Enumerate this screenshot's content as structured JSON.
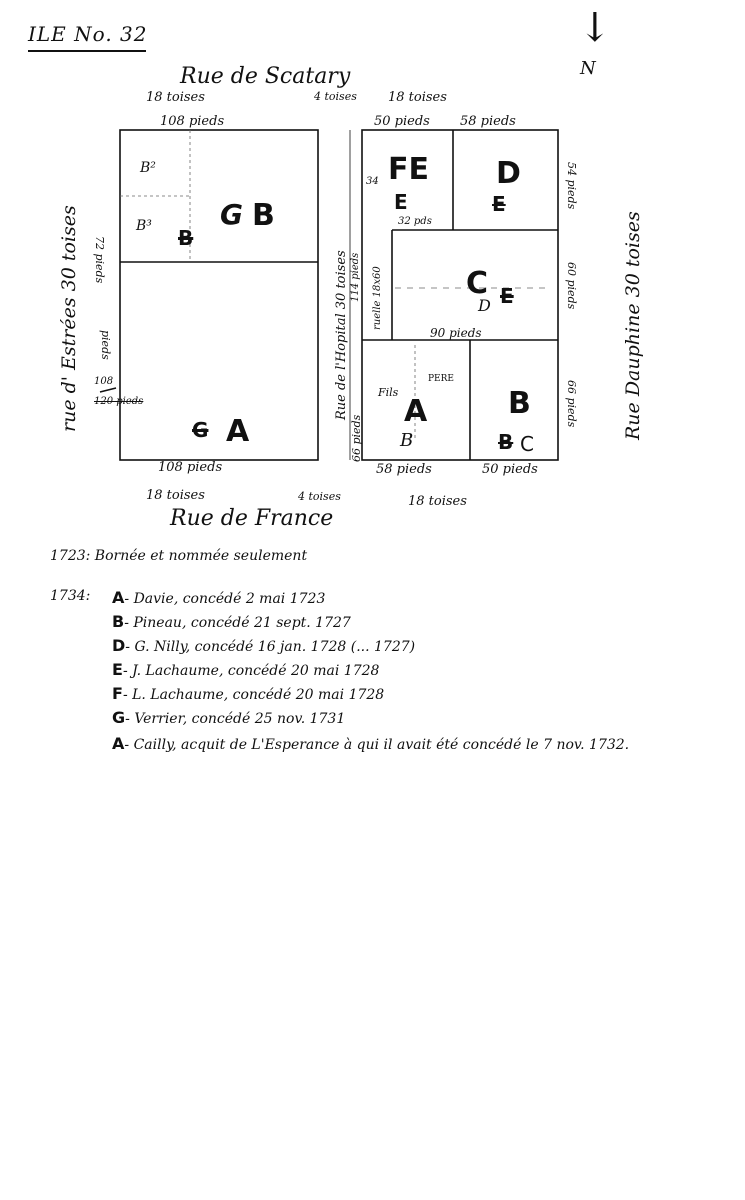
{
  "title": "ILE No. 32",
  "north": "N",
  "streets": {
    "top": "Rue de Scatary",
    "bottom": "Rue de France",
    "left": "rue d' Estrées 30 toises",
    "right": "Rue Dauphine 30 toises",
    "middle": "Rue de l'Hopital 30 toises"
  },
  "measures": {
    "top_left_toises": "18 toises",
    "top_mid_toises": "4 toises",
    "top_right_toises": "18 toises",
    "top_left_pieds": "108 pieds",
    "top_right_a": "50 pieds",
    "top_right_b": "58 pieds",
    "left_upper": "72 pieds",
    "left_lower_struck": "120 pieds",
    "left_lower_new": "108",
    "left_lower_unit": "pieds",
    "right_upper": "54 pieds",
    "right_mid": "60 pieds",
    "right_lower": "66 pieds",
    "mid_lower_left": "66 pieds",
    "mid_114": "114 pieds",
    "ruelle": "ruelle 18x60",
    "fe_34": "34",
    "fe_32": "32 pds",
    "c_90": "90 pieds",
    "bottom_left_pieds": "108 pieds",
    "bottom_a": "58 pieds",
    "bottom_b": "50 pieds",
    "bottom_left_toises": "18 toises",
    "bottom_mid_toises": "4 toises",
    "bottom_right_toises": "18 toises"
  },
  "lots": {
    "b2": "B²",
    "b3": "B³",
    "gb_g": "G",
    "gb_b": "B",
    "gb_struck": "B",
    "a_left_struck": "G",
    "a_left": "A",
    "fe": "FE",
    "fe_sub": "E",
    "d": "D",
    "d_sub": "E",
    "c": "C",
    "c_struck": "E",
    "c_d": "D",
    "fils": "Fils",
    "pere": "PERE",
    "a_right": "A",
    "a_right_sub": "B",
    "b_right": "B",
    "bc_struck": "B",
    "bc_c": "C"
  },
  "notes": {
    "line_1723": "1723: Bornée et nommée seulement",
    "year_1734": "1734:",
    "entries": [
      {
        "key": "A",
        "text": "- Davie, concédé 2 mai 1723"
      },
      {
        "key": "B",
        "text": "- Pineau, concédé 21 sept. 1727"
      },
      {
        "key": "D",
        "text": "- G. Nilly, concédé 16 jan. 1728 (... 1727)"
      },
      {
        "key": "E",
        "text": "- J. Lachaume, concédé 20 mai 1728"
      },
      {
        "key": "F",
        "text": "- L. Lachaume, concédé 20 mai 1728"
      },
      {
        "key": "G",
        "text": "- Verrier, concédé 25 nov. 1731"
      },
      {
        "key": "A",
        "text": "- Cailly, acquit de L'Esperance à qui il avait été concédé le 7 nov. 1732."
      }
    ]
  }
}
